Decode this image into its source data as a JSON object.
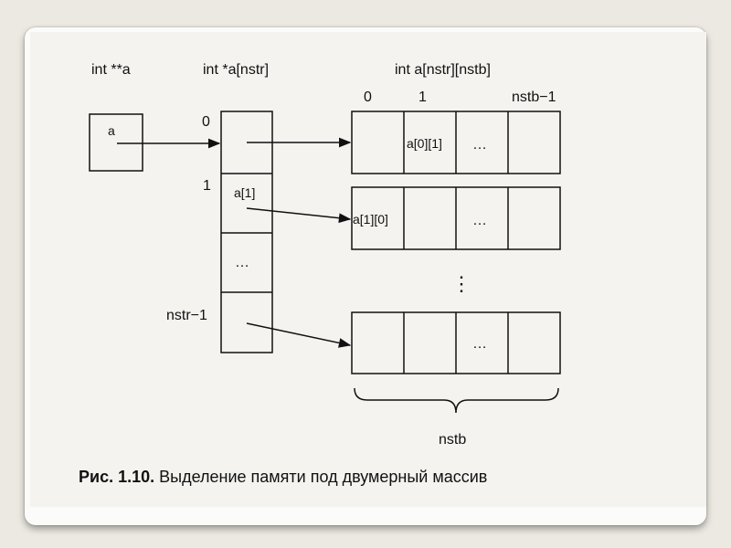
{
  "labels": {
    "ptr_ptr": "int **a",
    "ptr_array": "int *a[nstr]",
    "matrix": "int a[nstr][nstb]"
  },
  "pointer_cell_label": "a",
  "row_index_labels": [
    "0",
    "1",
    "nstr−1"
  ],
  "row_pointer_cells": [
    "",
    "a[1]",
    "…",
    ""
  ],
  "column_index_labels": [
    "0",
    "1",
    "nstb−1"
  ],
  "matrix_rows": [
    [
      "",
      "a[0][1]",
      "…",
      ""
    ],
    [
      "a[1][0]",
      "",
      "…",
      ""
    ],
    [
      "",
      "",
      "…",
      ""
    ]
  ],
  "vertical_ellipsis": "⋮",
  "brace_label": "nstb",
  "caption": {
    "number": "Рис. 1.10.",
    "text": "Выделение памяти под двумерный массив"
  }
}
